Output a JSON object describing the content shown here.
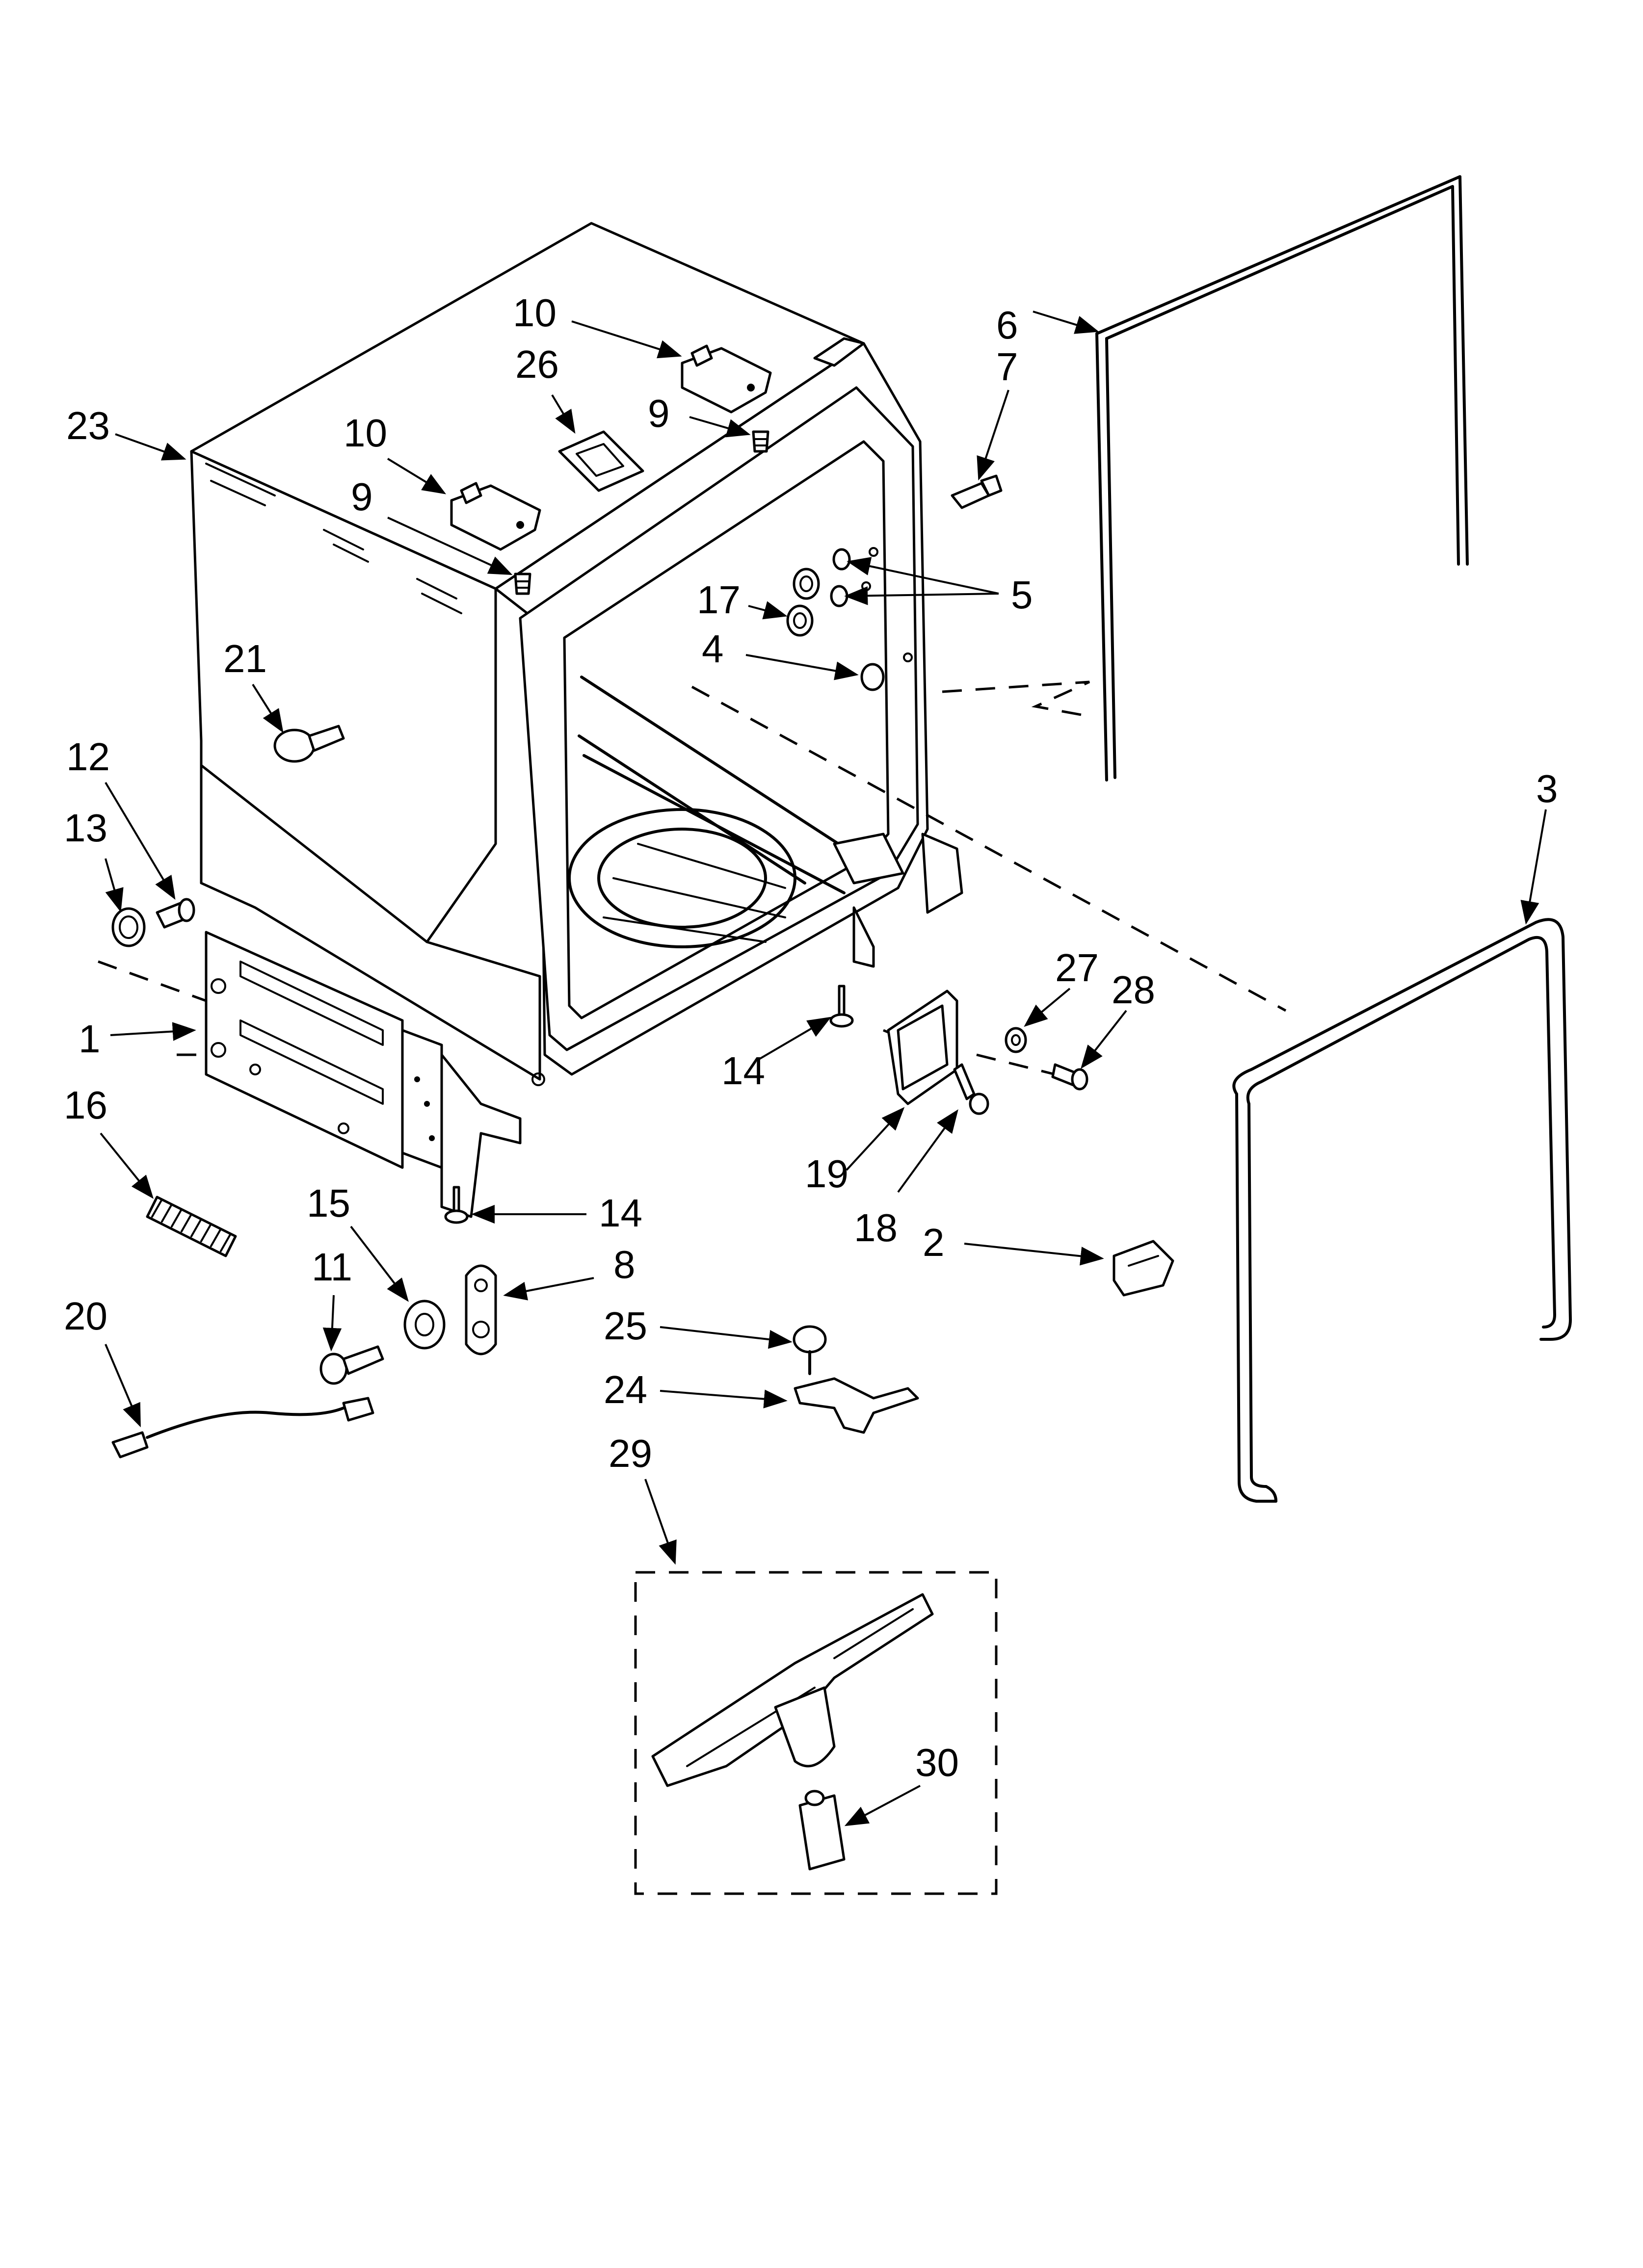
{
  "callouts": [
    "23",
    "10",
    "26",
    "10",
    "9",
    "9",
    "6",
    "7",
    "5",
    "17",
    "4",
    "21",
    "12",
    "13",
    "3",
    "1",
    "16",
    "27",
    "28",
    "14",
    "19",
    "18",
    "14",
    "15",
    "11",
    "8",
    "2",
    "20",
    "25",
    "24",
    "29",
    "30"
  ]
}
